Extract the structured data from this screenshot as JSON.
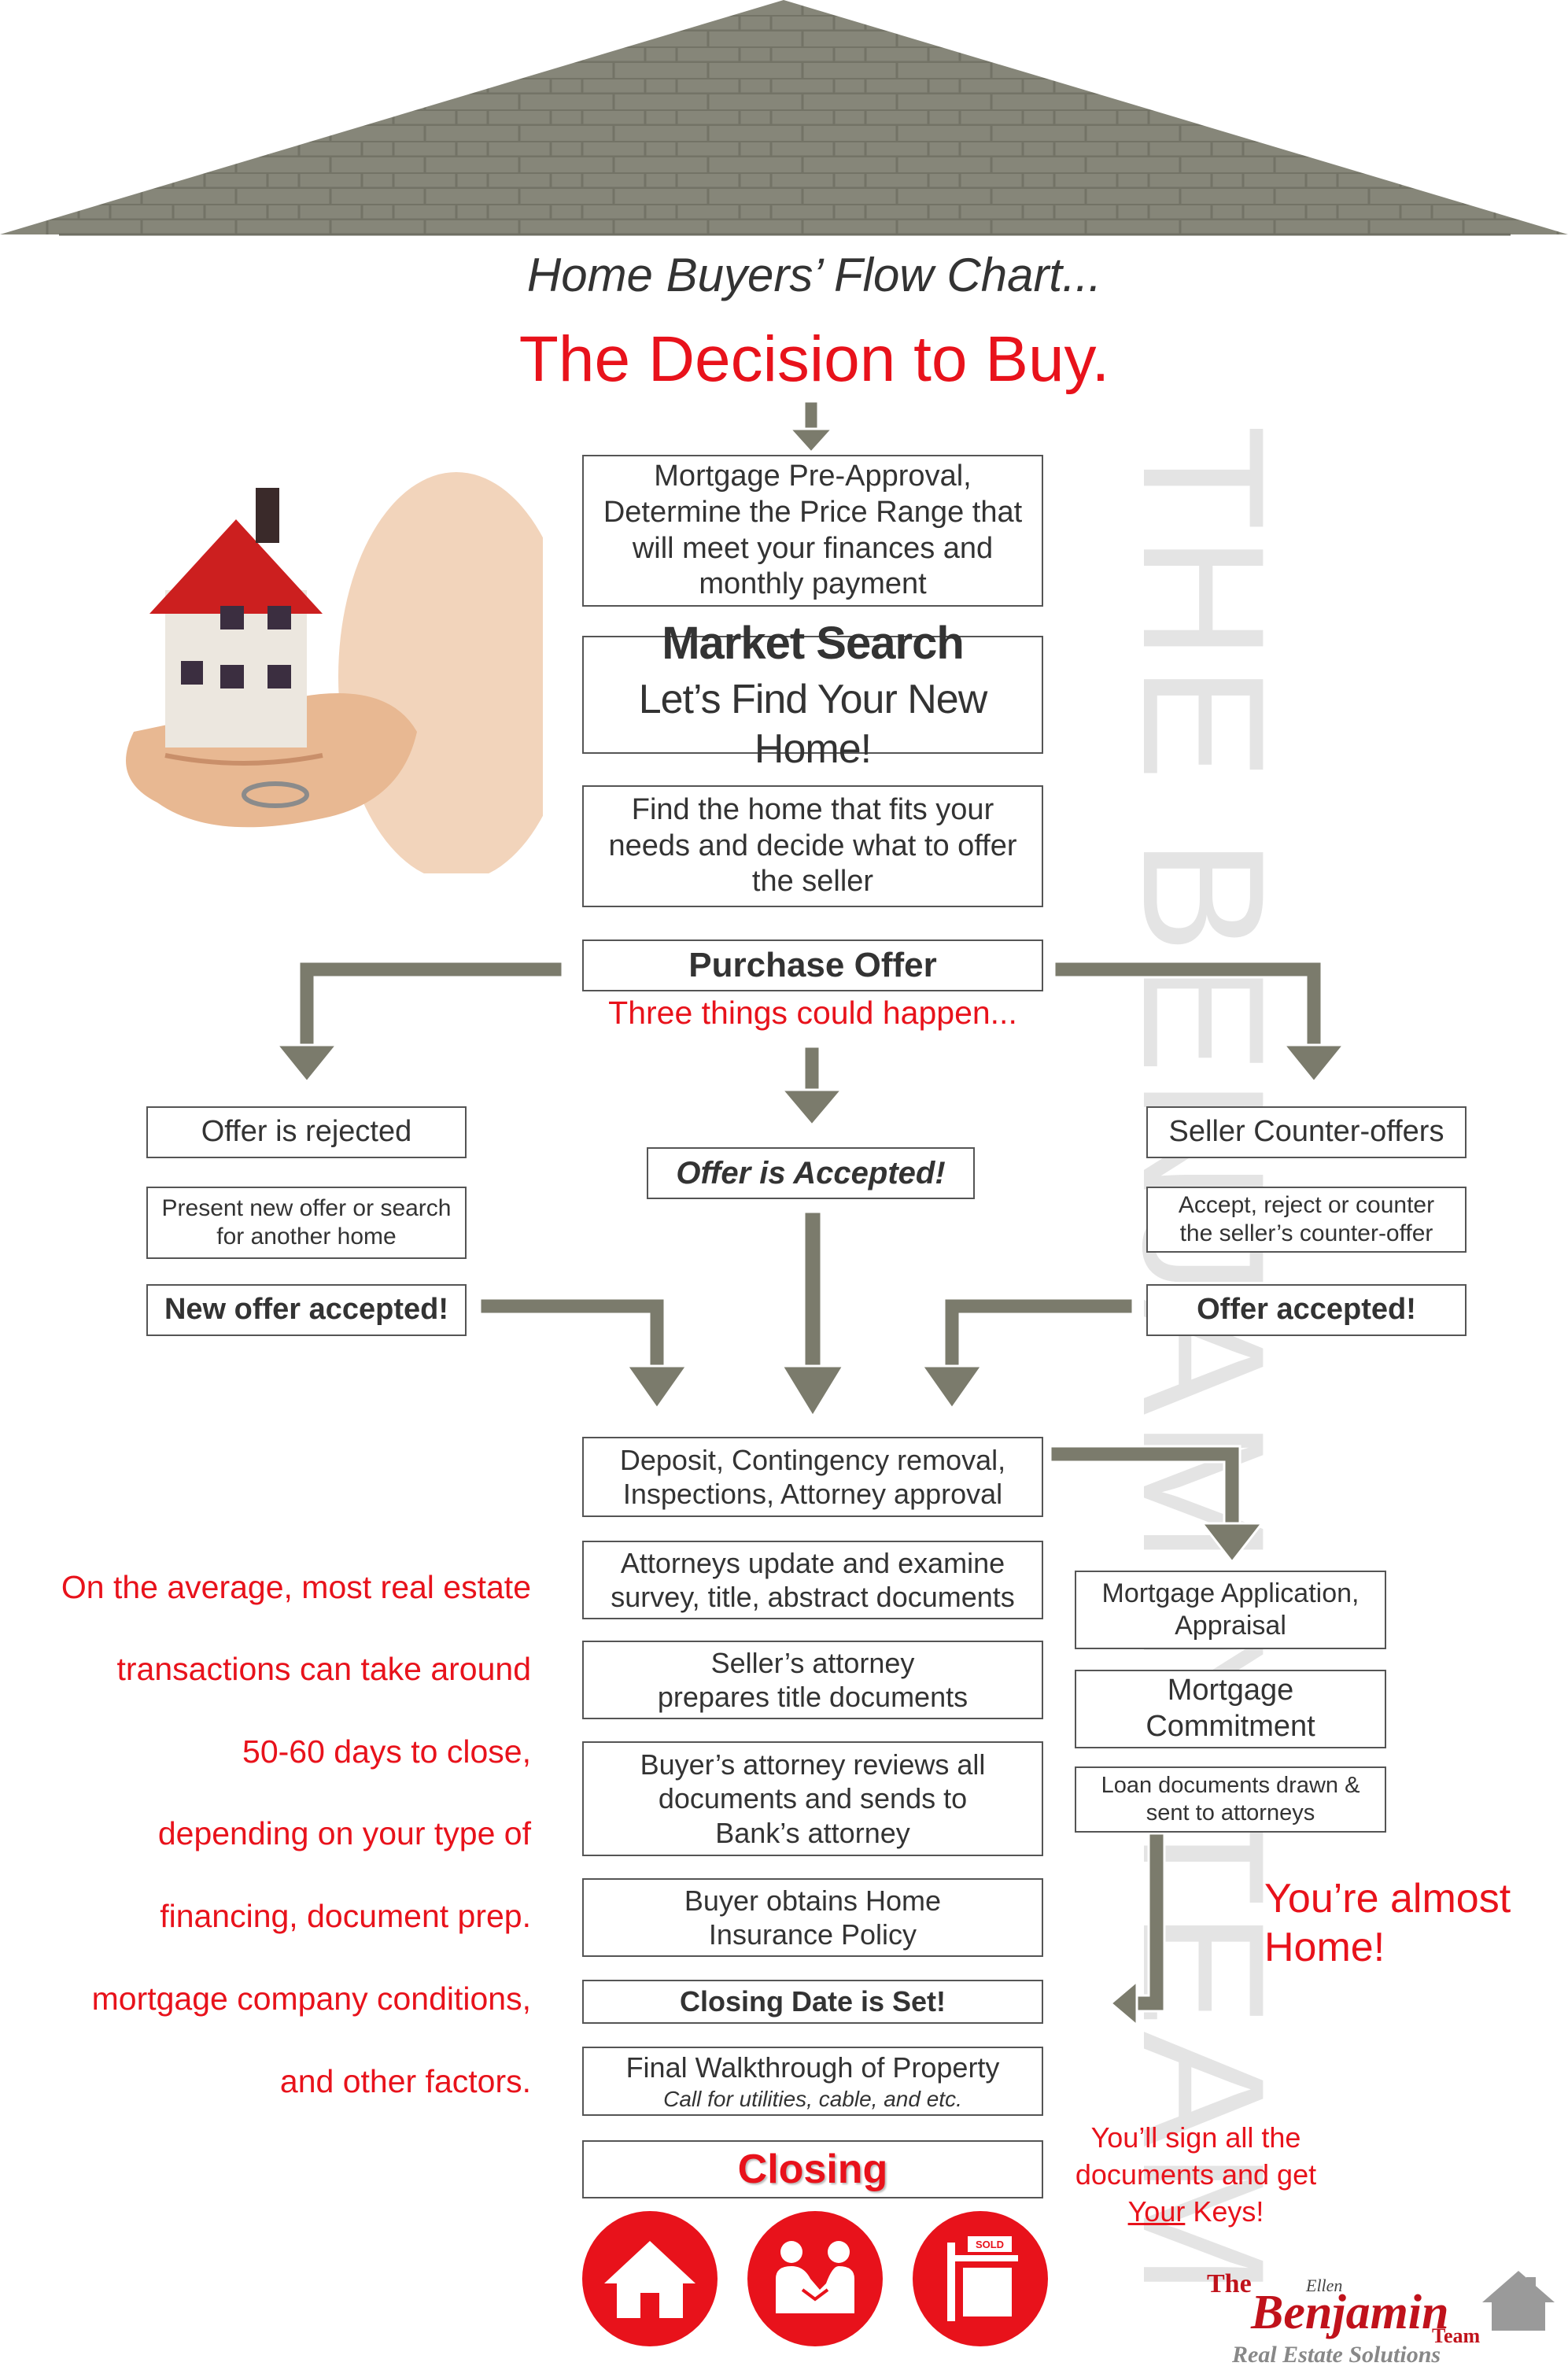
{
  "header": {
    "subtitle": "Home Buyers’ Flow Chart...",
    "title": "The Decision to Buy."
  },
  "watermark": "THE BENJAMIN TEAM",
  "steps": {
    "pre_approval": "Mortgage Pre-Approval, Determine the Price Range that will meet your finances and monthly payment",
    "market_search_title": "Market Search",
    "market_search_sub": "Let’s Find Your New Home!",
    "find_home": "Find the home that fits your needs and decide what to offer the seller",
    "purchase_offer": "Purchase Offer",
    "three_things": "Three things could happen...",
    "rejected": "Offer is rejected",
    "present_new": "Present new offer or search for another home",
    "new_offer_accepted": "New offer accepted!",
    "accepted": "Offer is Accepted!",
    "counter": "Seller Counter-offers",
    "accept_reject": "Accept, reject or counter the seller’s counter-offer",
    "offer_accepted": "Offer accepted!",
    "deposit": "Deposit, Contingency removal, Inspections, Attorney approval",
    "attorneys_update": "Attorneys update and examine survey, title, abstract documents",
    "seller_attorney": "Seller’s attorney prepares title documents",
    "buyer_attorney": "Buyer’s attorney reviews all documents and sends to Bank’s attorney",
    "insurance": "Buyer obtains Home Insurance Policy",
    "closing_date": "Closing Date is Set!",
    "walkthrough": "Final Walkthrough of Property",
    "walkthrough_note": "Call for utilities, cable, and etc.",
    "closing": "Closing",
    "mortgage_app": "Mortgage Application, Appraisal",
    "mortgage_commit": "Mortgage Commitment",
    "loan_docs": "Loan documents drawn & sent to attorneys"
  },
  "side_note": [
    "On the average, most real estate",
    "transactions can take around",
    "50-60 days to close,",
    "depending on your type of",
    "financing, document prep.",
    "mortgage company conditions,",
    "and other factors."
  ],
  "almost_home": [
    "You’re almost",
    "Home!"
  ],
  "sign_note": {
    "line1": "You’ll sign all the",
    "line2": "documents and get",
    "your": "Your",
    "keys": " Keys!"
  },
  "icons": [
    "house-icon",
    "handshake-icon",
    "sold-sign-icon"
  ],
  "sold_sign_text": "SOLD",
  "logo": {
    "the": "The",
    "ellen": "Ellen",
    "benjamin": "Benjamin",
    "team": "Team",
    "tagline": "Real Estate Solutions"
  },
  "colors": {
    "accent_red": "#e8121b",
    "arrow_gray": "#7b7b6c",
    "roof_gray": "#868679"
  }
}
